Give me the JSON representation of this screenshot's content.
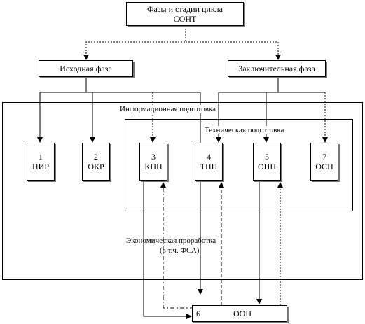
{
  "title": {
    "line1": "Фазы и стадии цикла",
    "line2": "СОНТ"
  },
  "phases": {
    "initial": "Исходная фаза",
    "final": "Заключительная фаза"
  },
  "regions": {
    "info": "Информационная подготовка",
    "tech": "Техническая подготовка",
    "econ_line1": "Экономическая проработка",
    "econ_line2": "(в т.ч. ФСА)"
  },
  "stages": [
    {
      "num": "1",
      "code": "НИР"
    },
    {
      "num": "2",
      "code": "ОКР"
    },
    {
      "num": "3",
      "code": "КПП"
    },
    {
      "num": "4",
      "code": "ТПП"
    },
    {
      "num": "5",
      "code": "ОПП"
    },
    {
      "num": "7",
      "code": "ОСП"
    }
  ],
  "oop": {
    "num": "6",
    "code": "ООП"
  }
}
